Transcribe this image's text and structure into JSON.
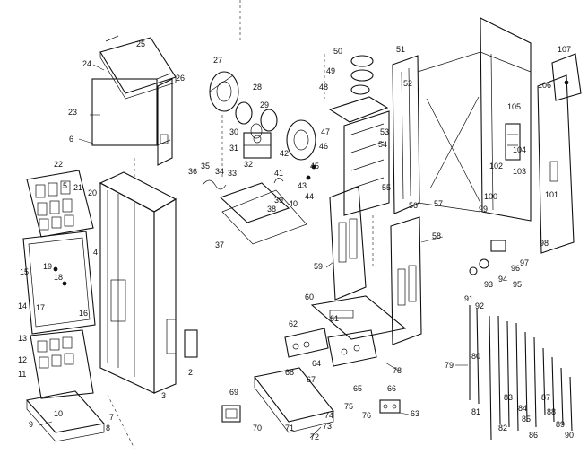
{
  "callouts": [
    "2",
    "3",
    "4",
    "5",
    "6",
    "7",
    "8",
    "9",
    "10",
    "11",
    "12",
    "13",
    "14",
    "15",
    "16",
    "17",
    "18",
    "19",
    "20",
    "21",
    "22",
    "23",
    "24",
    "25",
    "26",
    "27",
    "28",
    "29",
    "30",
    "31",
    "32",
    "33",
    "34",
    "35",
    "36",
    "37",
    "38",
    "39",
    "40",
    "41",
    "42",
    "43",
    "44",
    "45",
    "46",
    "47",
    "48",
    "49",
    "50",
    "51",
    "52",
    "53",
    "54",
    "55",
    "56",
    "57",
    "58",
    "59",
    "60",
    "61",
    "62",
    "63",
    "64",
    "65",
    "66",
    "67",
    "68",
    "69",
    "70",
    "71",
    "72",
    "73",
    "74",
    "75",
    "76",
    "78",
    "79",
    "80",
    "81",
    "82",
    "83",
    "84",
    "85",
    "86",
    "87",
    "88",
    "89",
    "90",
    "91",
    "92",
    "93",
    "94",
    "95",
    "96",
    "97",
    "98",
    "99",
    "100",
    "101",
    "102",
    "103",
    "104",
    "105",
    "106",
    "107"
  ]
}
